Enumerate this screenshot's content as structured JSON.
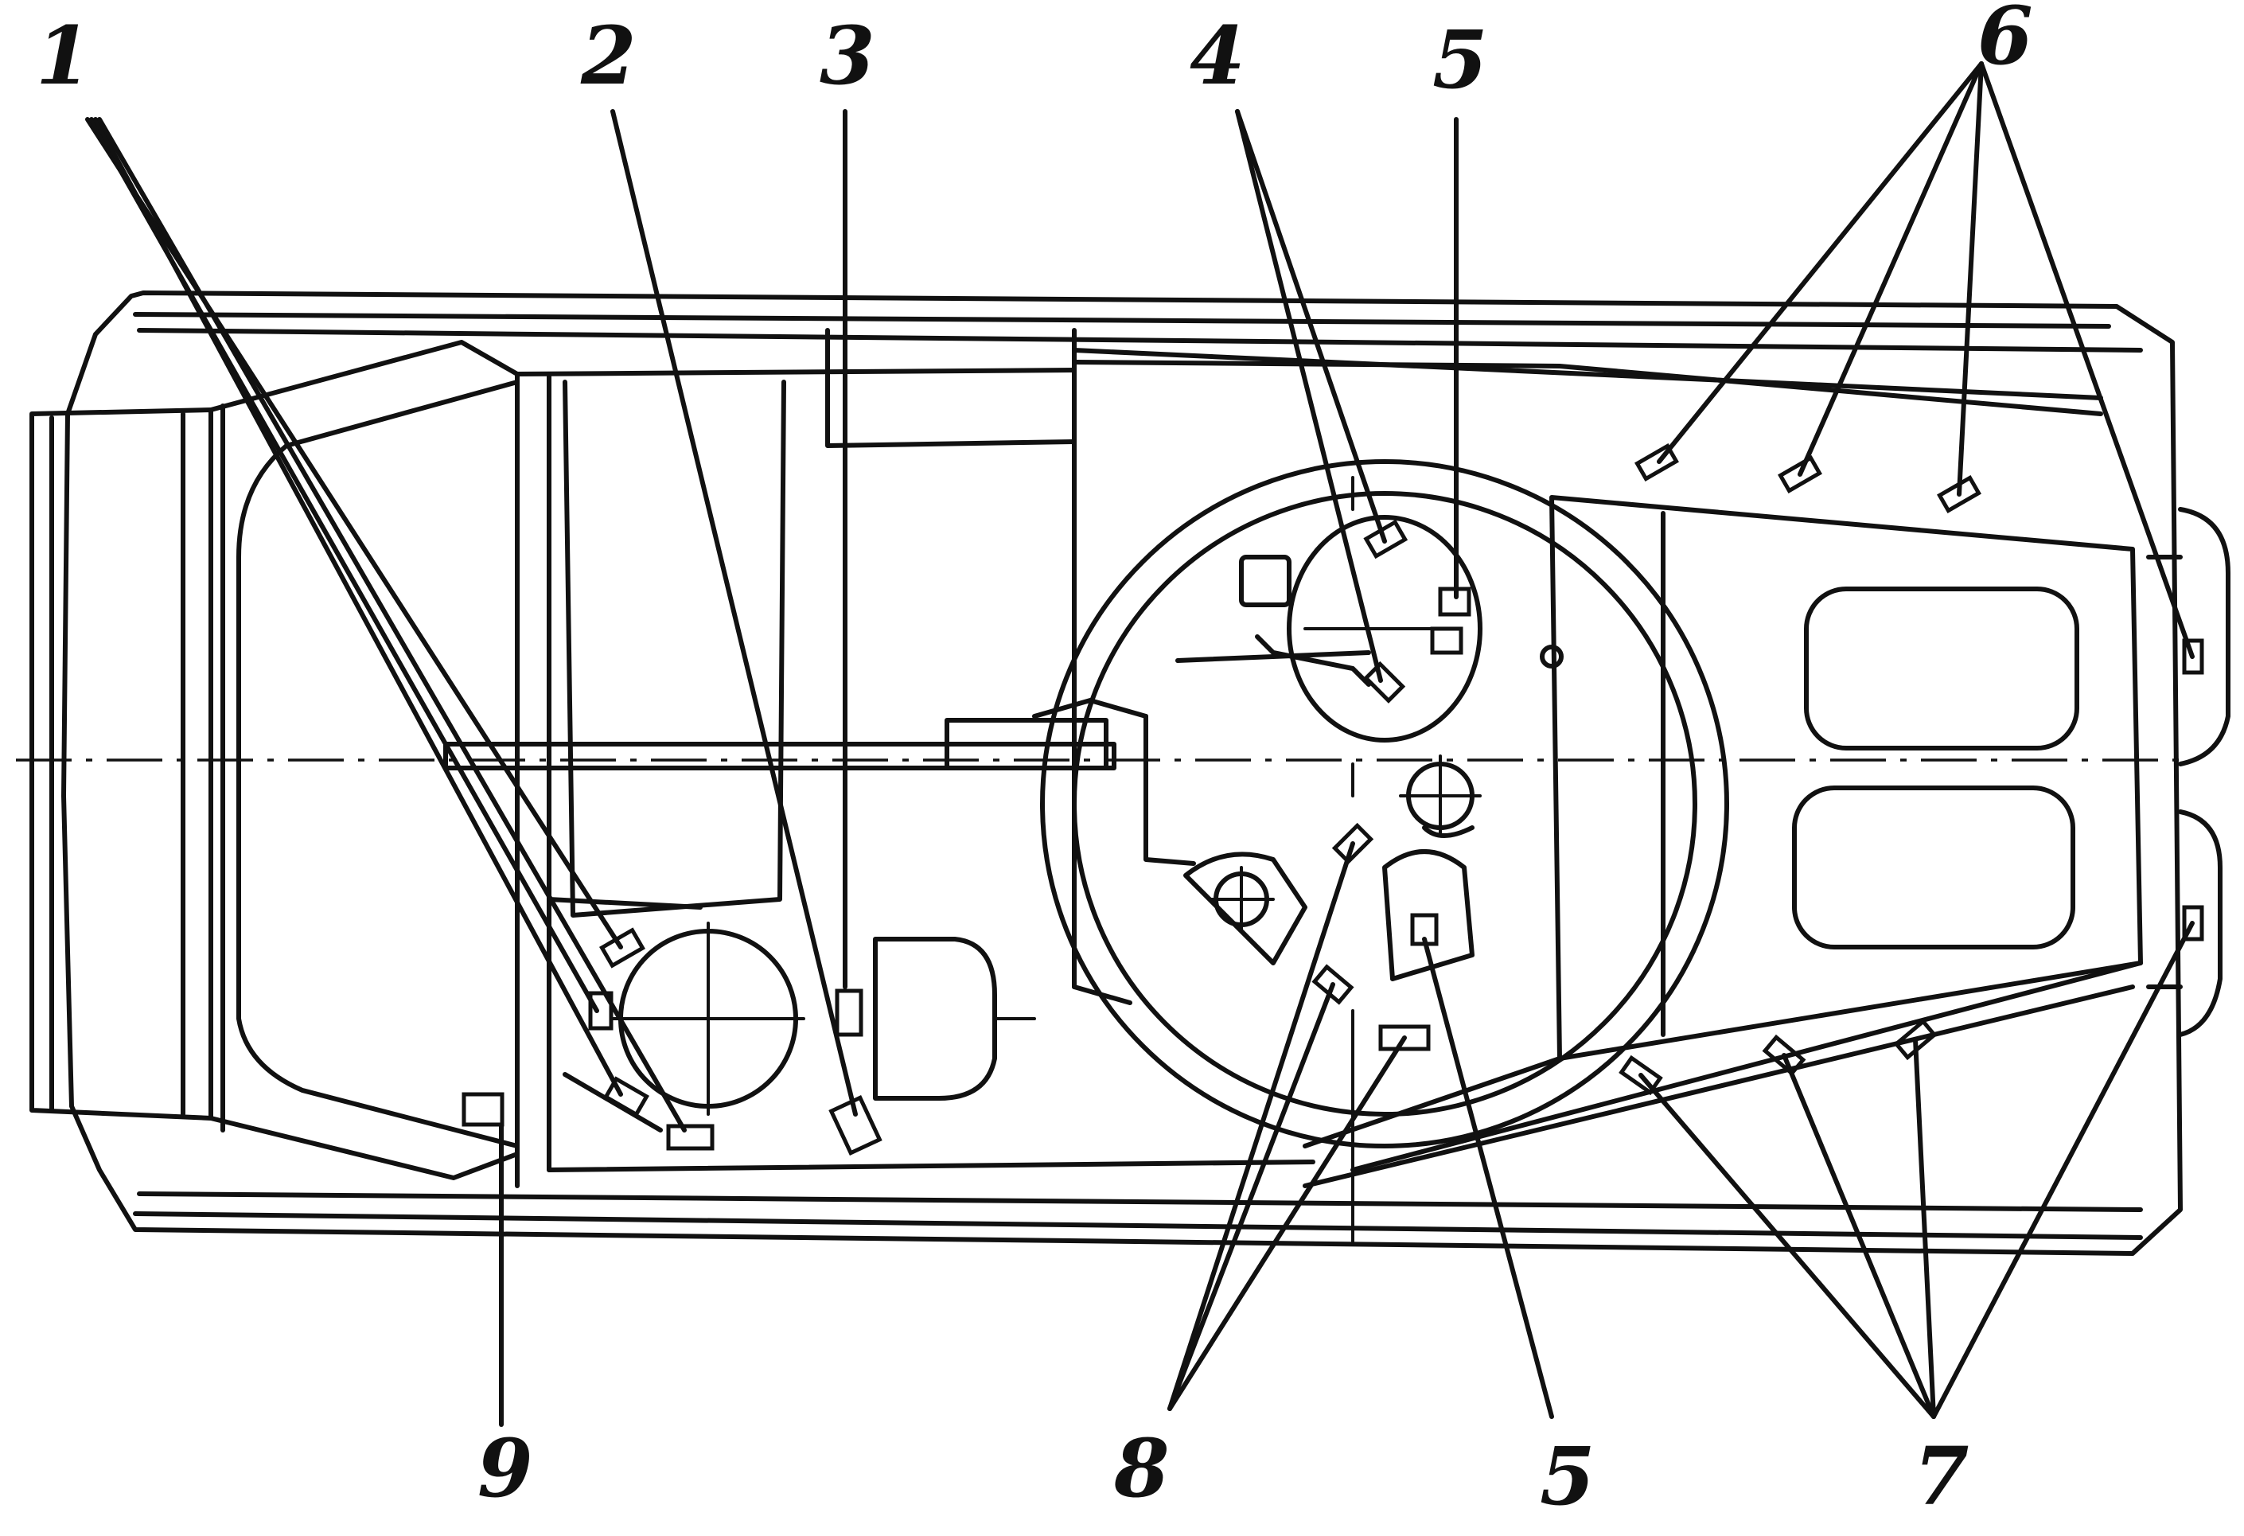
{
  "labels": {
    "l1": "1",
    "l2": "2",
    "l3": "3",
    "l4": "4",
    "l5_top": "5",
    "l5_bottom": "5",
    "l6": "6",
    "l7": "7",
    "l8": "8",
    "l9": "9"
  }
}
